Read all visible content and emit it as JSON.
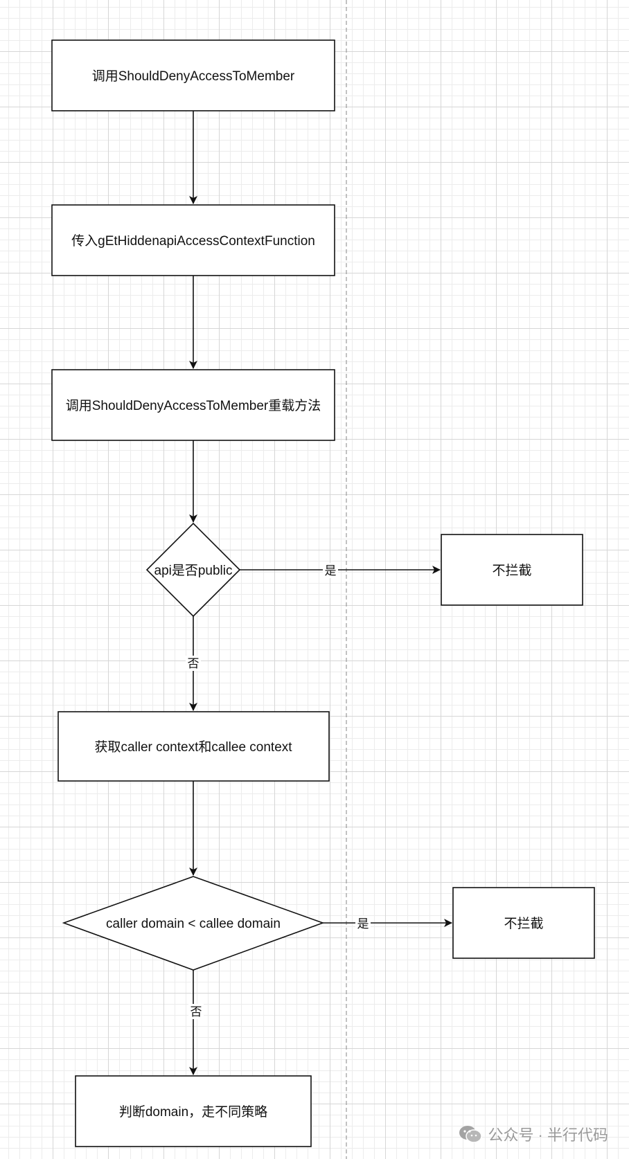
{
  "diagram": {
    "nodes": {
      "call_should_deny": "调用ShouldDenyAccessToMember",
      "pass_context_fn": "传入gEtHiddenapiAccessContextFunction",
      "call_overload": "调用ShouldDenyAccessToMember重载方法",
      "is_api_public": "api是否public",
      "no_intercept_1": "不拦截",
      "get_contexts": "获取caller context和callee context",
      "domain_compare": "caller domain < callee domain",
      "no_intercept_2": "不拦截",
      "judge_domain": "判断domain，走不同策略"
    },
    "edge_labels": {
      "public_yes": "是",
      "public_no": "否",
      "domain_yes": "是",
      "domain_no": "否"
    }
  },
  "watermark": {
    "icon": "wechat-icon",
    "text": "公众号 · 半行代码"
  }
}
